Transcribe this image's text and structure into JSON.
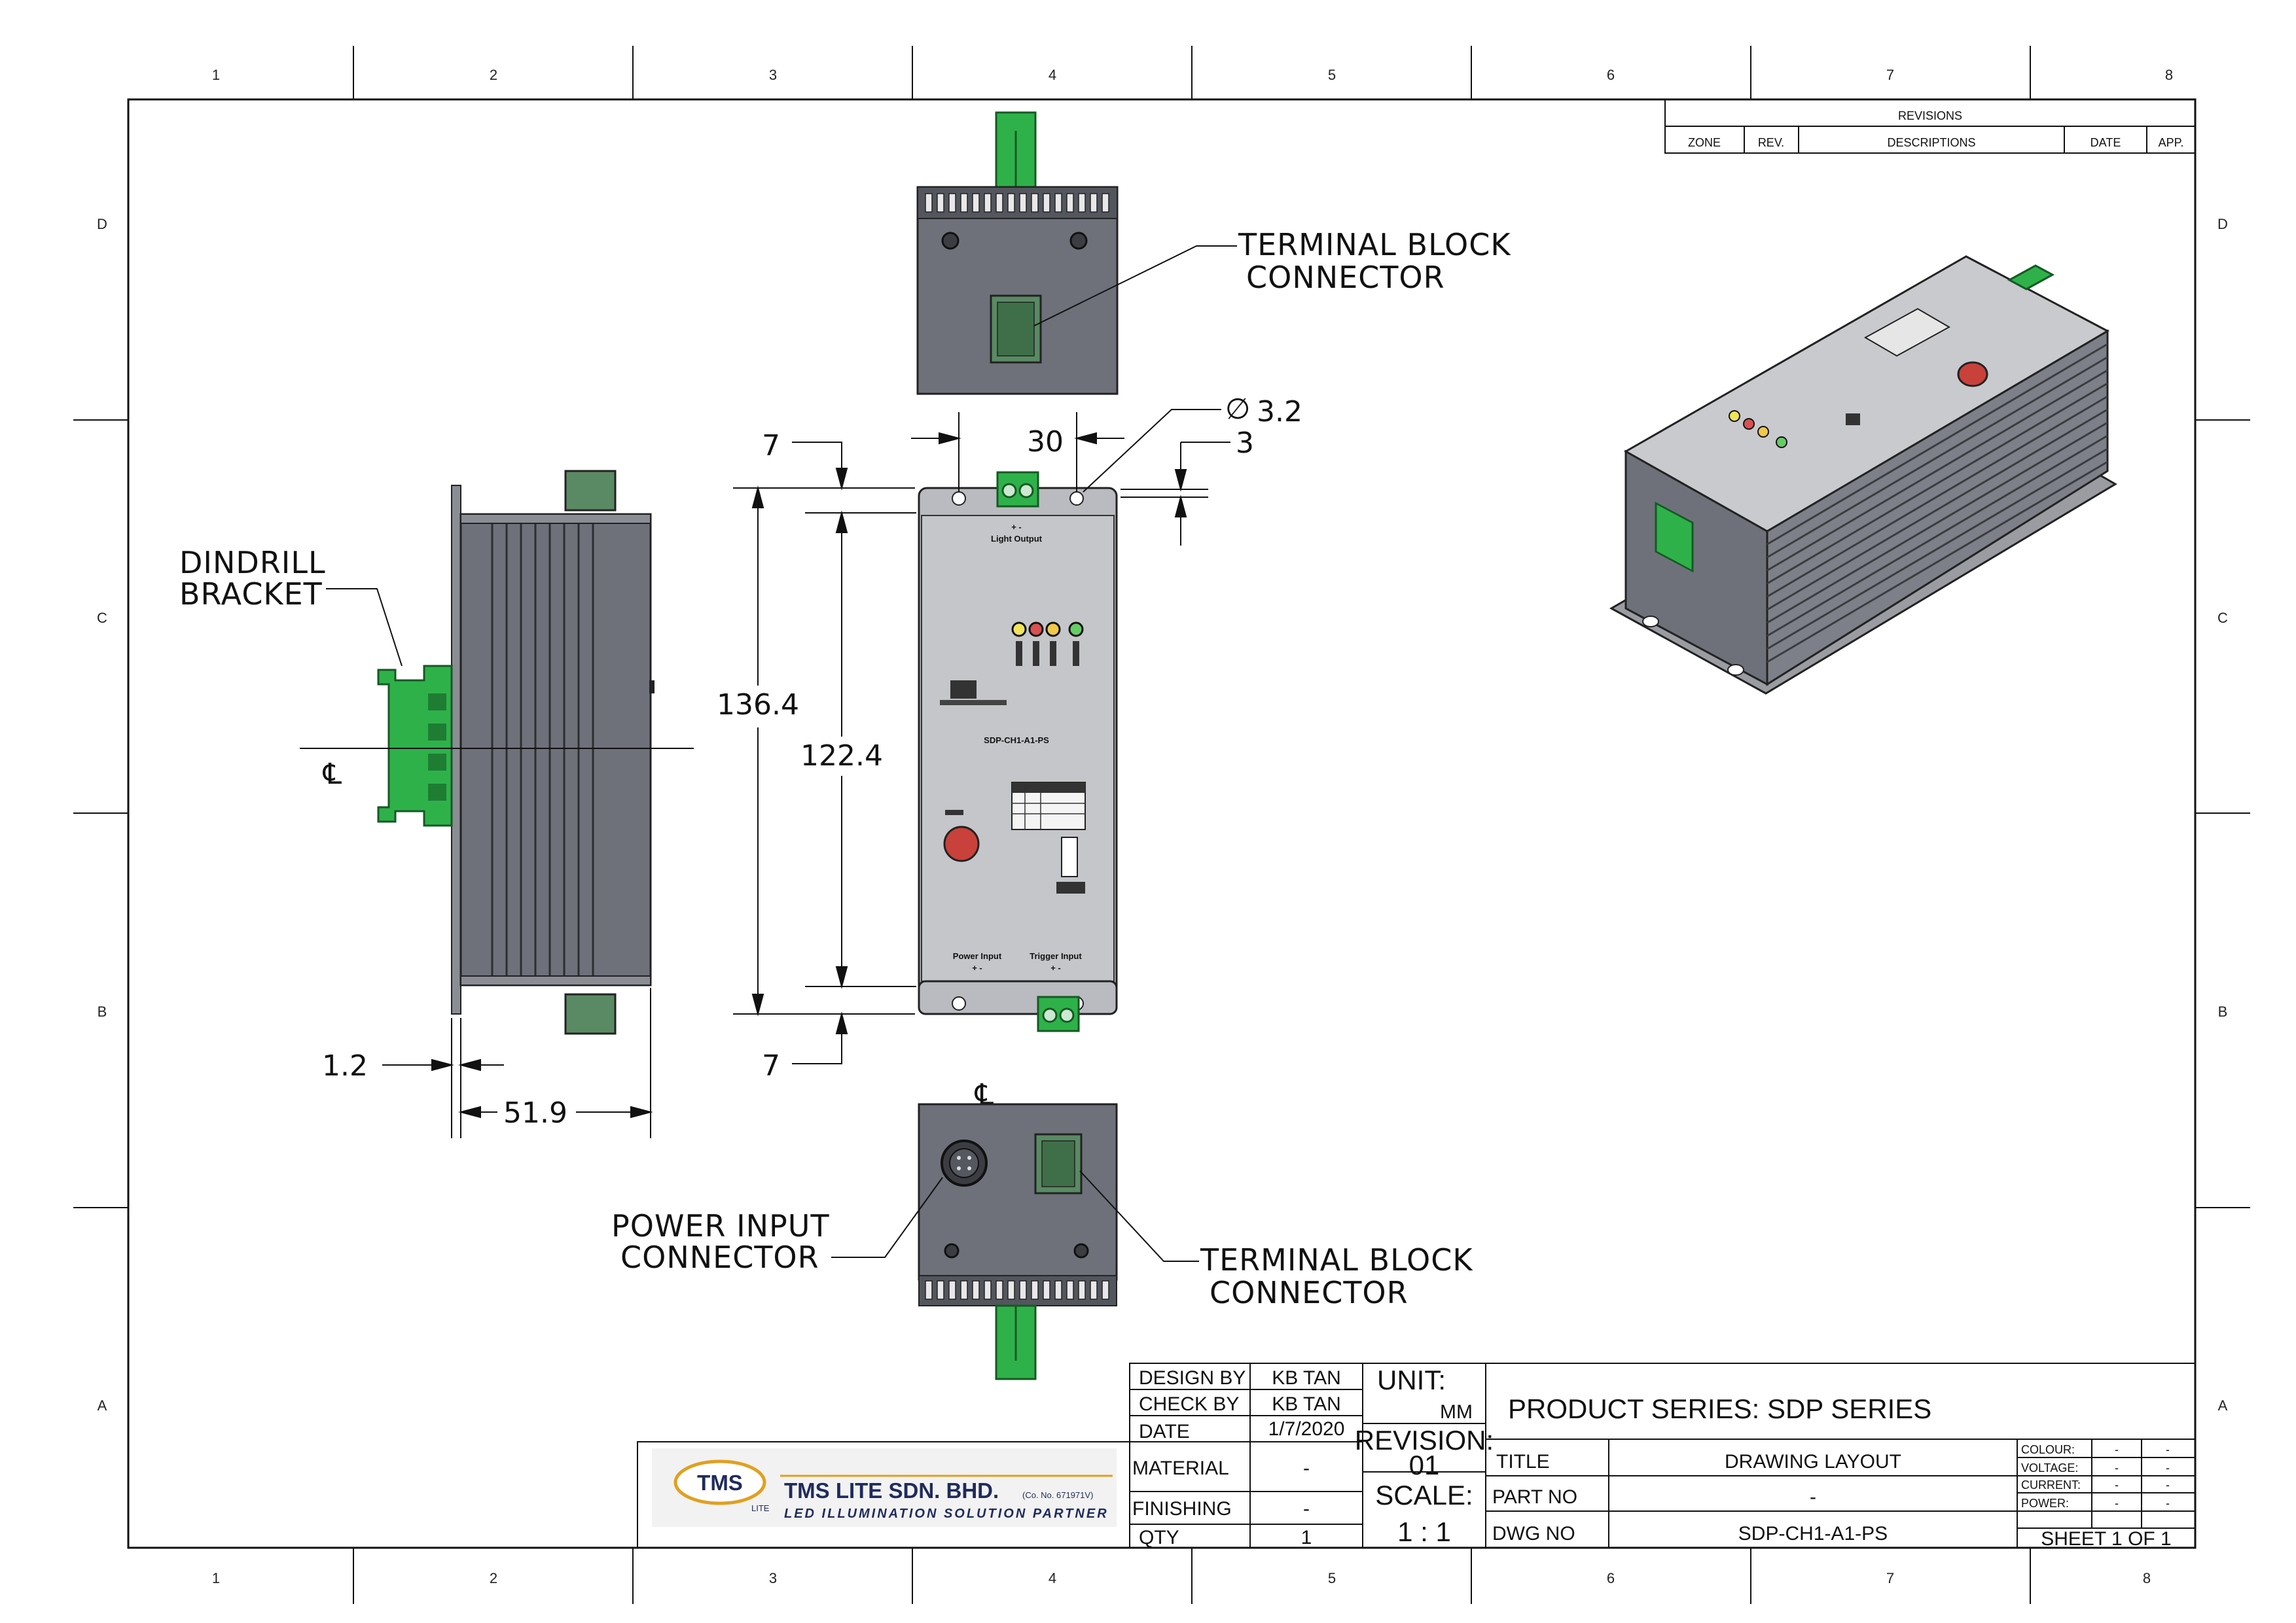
{
  "grid": {
    "columns_top": [
      "1",
      "2",
      "3",
      "4",
      "5",
      "6",
      "7",
      "8"
    ],
    "columns_bottom": [
      "1",
      "2",
      "3",
      "4",
      "5",
      "6",
      "7",
      "8"
    ],
    "rows": [
      "D",
      "C",
      "B",
      "A"
    ]
  },
  "revisions": {
    "title": "REVISIONS",
    "headers": [
      "ZONE",
      "REV.",
      "DESCRIPTIONS",
      "DATE",
      "APP."
    ]
  },
  "callouts": {
    "terminal_top": [
      "TERMINAL BLOCK",
      "CONNECTOR"
    ],
    "terminal_bottom": [
      "TERMINAL BLOCK",
      "CONNECTOR"
    ],
    "power_input": [
      "POWER INPUT",
      "CONNECTOR"
    ],
    "din_bracket": [
      "DINDRILL",
      "BRACKET"
    ]
  },
  "dimensions": {
    "d_7_top": "7",
    "d_30": "30",
    "d_hole": "3.2",
    "d_hole_symbol": "∅",
    "d_3": "3",
    "d_136": "136.4",
    "d_122": "122.4",
    "d_7_bottom": "7",
    "d_1_2": "1.2",
    "d_51_9": "51.9",
    "centerline": "℄"
  },
  "device": {
    "model": "SDP-CH1-A1-PS",
    "light_output": "Light Output",
    "power_input": "Power Input",
    "trigger_input": "Trigger Input"
  },
  "title_block": {
    "design_by_label": "DESIGN BY",
    "design_by": "KB TAN",
    "check_by_label": "CHECK BY",
    "check_by": "KB TAN",
    "date_label": "DATE",
    "date": "1/7/2020",
    "material_label": "MATERIAL",
    "material": "-",
    "finishing_label": "FINISHING",
    "finishing": "-",
    "qty_label": "QTY",
    "qty": "1",
    "unit_label": "UNIT:",
    "unit": "MM",
    "revision_label": "REVISION:",
    "revision": "01",
    "scale_label": "SCALE:",
    "scale": "1 : 1",
    "product_series": "PRODUCT SERIES:  SDP SERIES",
    "title_label": "TITLE",
    "title": "DRAWING LAYOUT",
    "part_no_label": "PART NO",
    "part_no": "-",
    "dwg_no_label": "DWG NO",
    "dwg_no": "SDP-CH1-A1-PS",
    "colour_label": "COLOUR:",
    "voltage_label": "VOLTAGE:",
    "current_label": "CURRENT:",
    "power_label": "POWER:",
    "spec_dash": "-",
    "sheet": "SHEET 1 OF 1"
  },
  "company": {
    "logo_text": "TMS",
    "logo_sub": "LITE",
    "name": "TMS LITE SDN. BHD.",
    "reg": "(Co. No. 671971V)",
    "tagline": "LED ILLUMINATION SOLUTION PARTNER"
  },
  "colors": {
    "body_gray": "#6e717a",
    "panel_gray": "#b9bbc0",
    "green": "#2fb14a",
    "dark_green": "#1e7d33",
    "red_button": "#c9413b",
    "logo_navy": "#1f2b5c",
    "logo_gold": "#e0a020"
  }
}
